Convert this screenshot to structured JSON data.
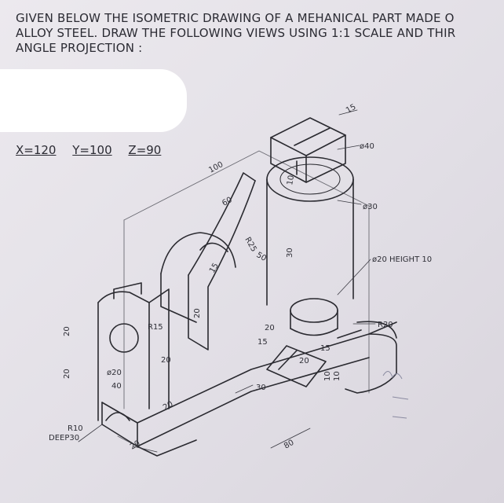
{
  "question": {
    "lines": [
      "GIVEN BELOW THE ISOMETRIC DRAWING OF A MEHANICAL PART MADE O",
      "ALLOY STEEL. DRAW THE FOLLOWING VIEWS USING 1:1 SCALE AND THIR",
      "ANGLE PROJECTION  :"
    ]
  },
  "dimensions": {
    "x": "X=120",
    "y": "Y=100",
    "z": "Z=90"
  },
  "labels": {
    "d15": "15",
    "phi40": "ø40",
    "d100": "100",
    "d60": "60",
    "d10_top": "10",
    "phi30": "ø30",
    "r25": "R25",
    "d50": "50",
    "d30_vert": "30",
    "d15b": "15",
    "phi20_height": "ø20 HEIGHT 10",
    "r15": "R15",
    "d20a": "20",
    "r20": "R20",
    "d20b": "20",
    "d15c": "15",
    "d20c": "20",
    "d15d": "15",
    "d20d": "20",
    "phi20": "ø20",
    "d40": "40",
    "d20_left1": "20",
    "d20_left2": "20",
    "d10a": "10",
    "d10b": "10",
    "d30": "30",
    "d20e": "20",
    "r10": "R10",
    "deep30": "DEEP30",
    "d20f": "20",
    "d80": "80"
  }
}
